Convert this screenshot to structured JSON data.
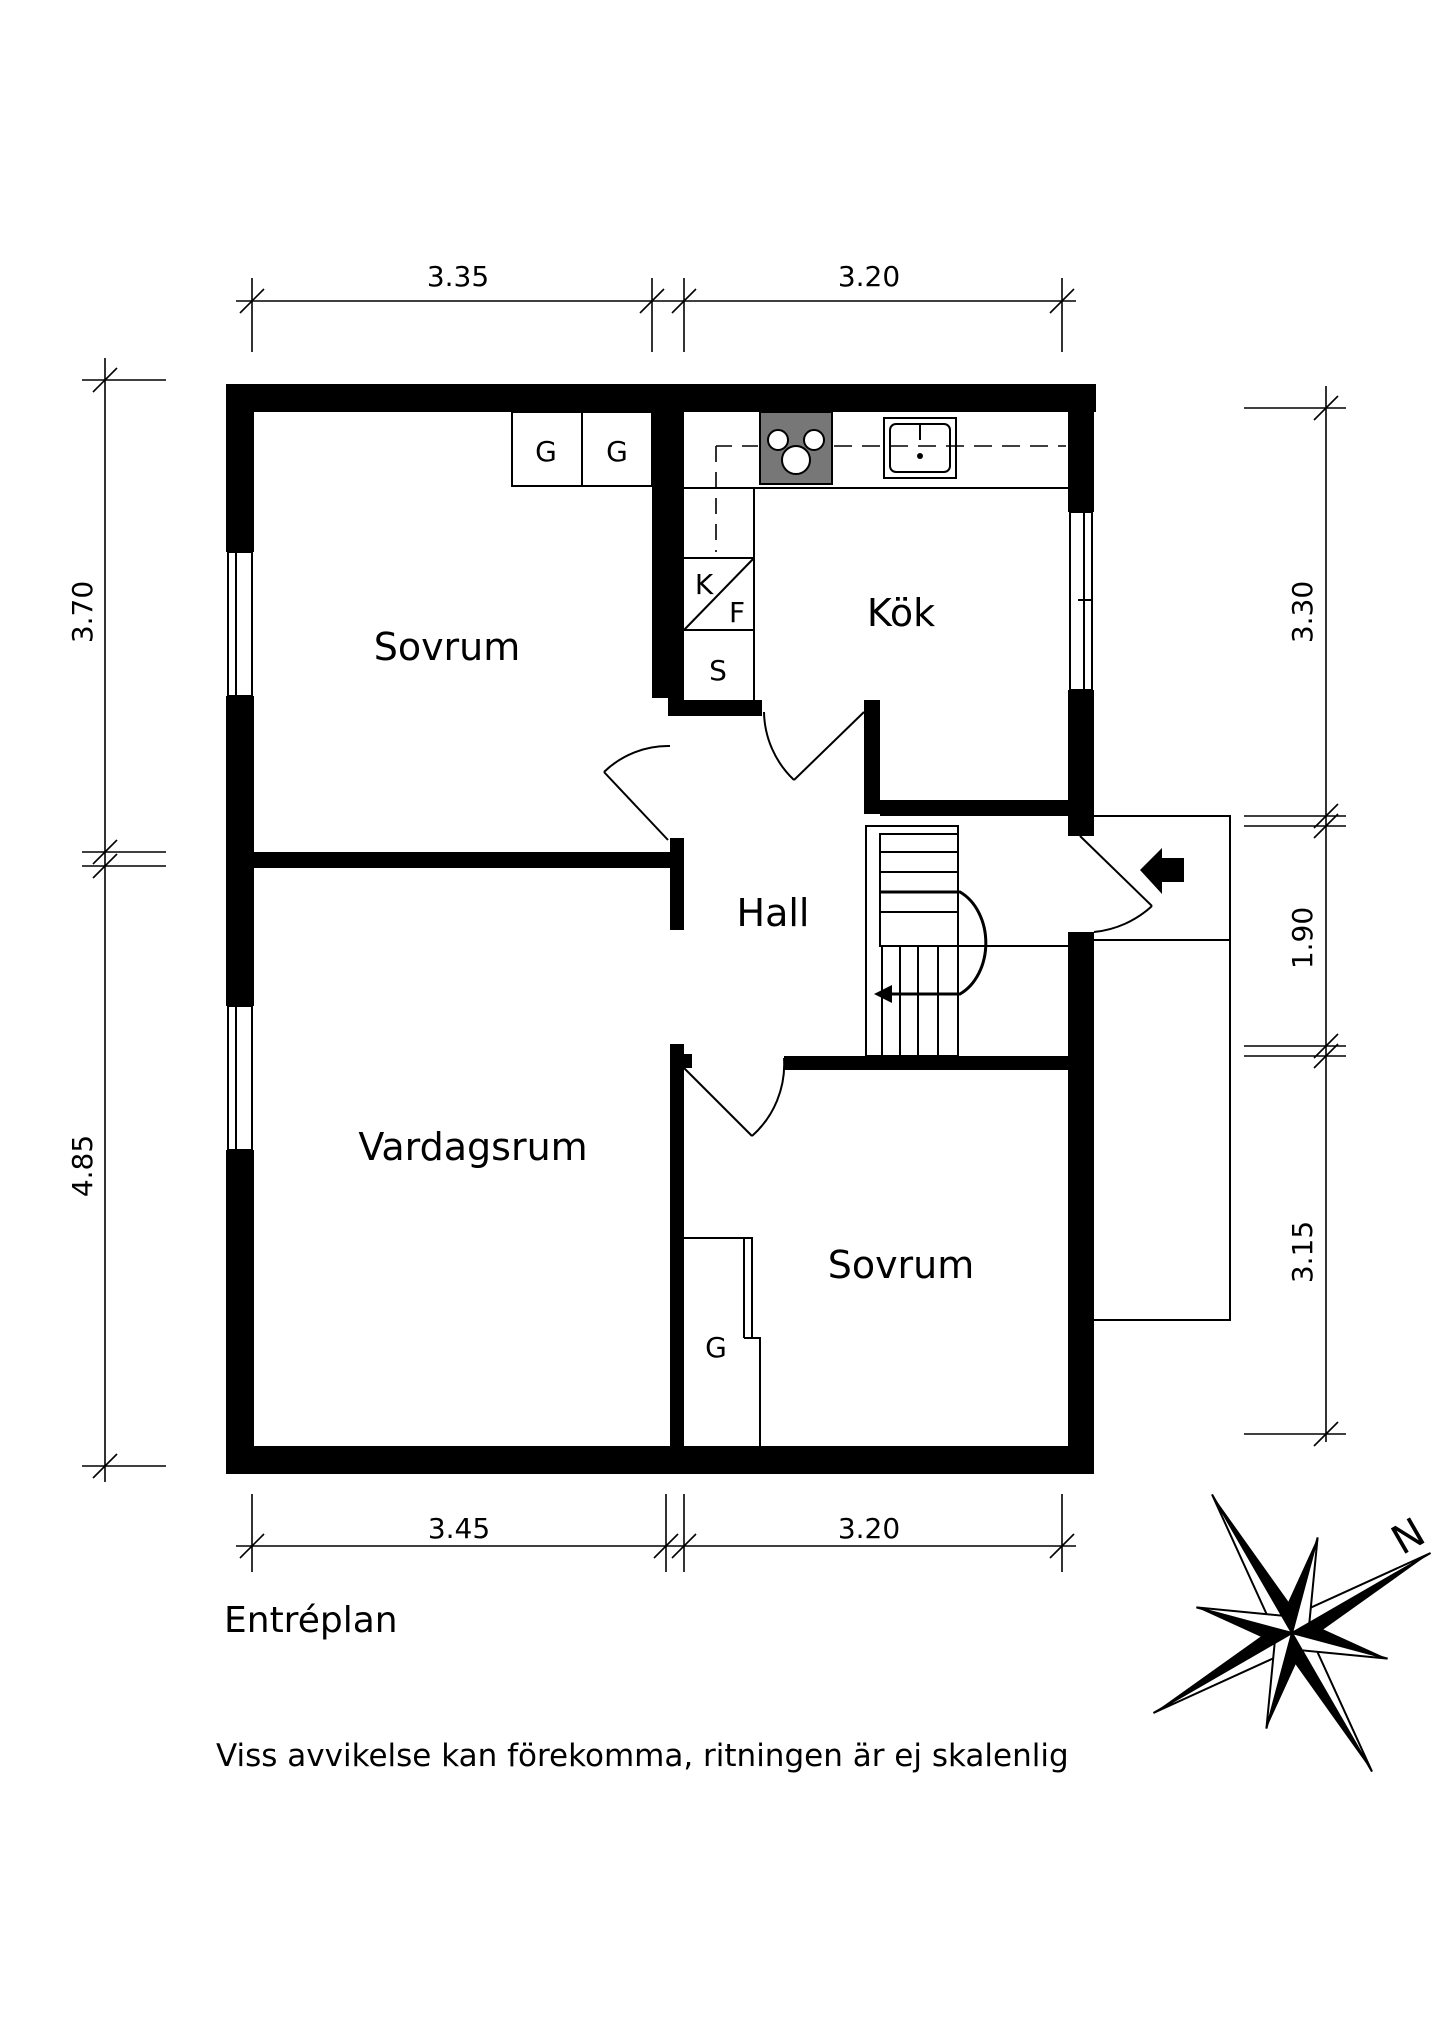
{
  "plan_title": "Entréplan",
  "disclaimer": "Viss avvikelse kan förekomma, ritningen är ej skalenlig",
  "dimensions": {
    "top_left": "3.35",
    "top_right": "3.20",
    "bottom_left": "3.45",
    "bottom_right": "3.20",
    "left_upper": "3.70",
    "left_lower": "4.85",
    "right_upper": "3.30",
    "right_middle": "1.90",
    "right_lower": "3.15"
  },
  "rooms": {
    "bedroom_top": "Sovrum",
    "kitchen": "Kök",
    "hall": "Hall",
    "living_room": "Vardagsrum",
    "bedroom_bottom": "Sovrum"
  },
  "fixtures": {
    "wardrobe_1": "G",
    "wardrobe_2": "G",
    "wardrobe_3": "G",
    "fridge": "K",
    "freezer": "F",
    "cabinet": "S"
  },
  "compass": {
    "label": "N",
    "icon": "compass-rose-icon"
  },
  "entrance": {
    "icon": "entrance-arrow-icon"
  }
}
